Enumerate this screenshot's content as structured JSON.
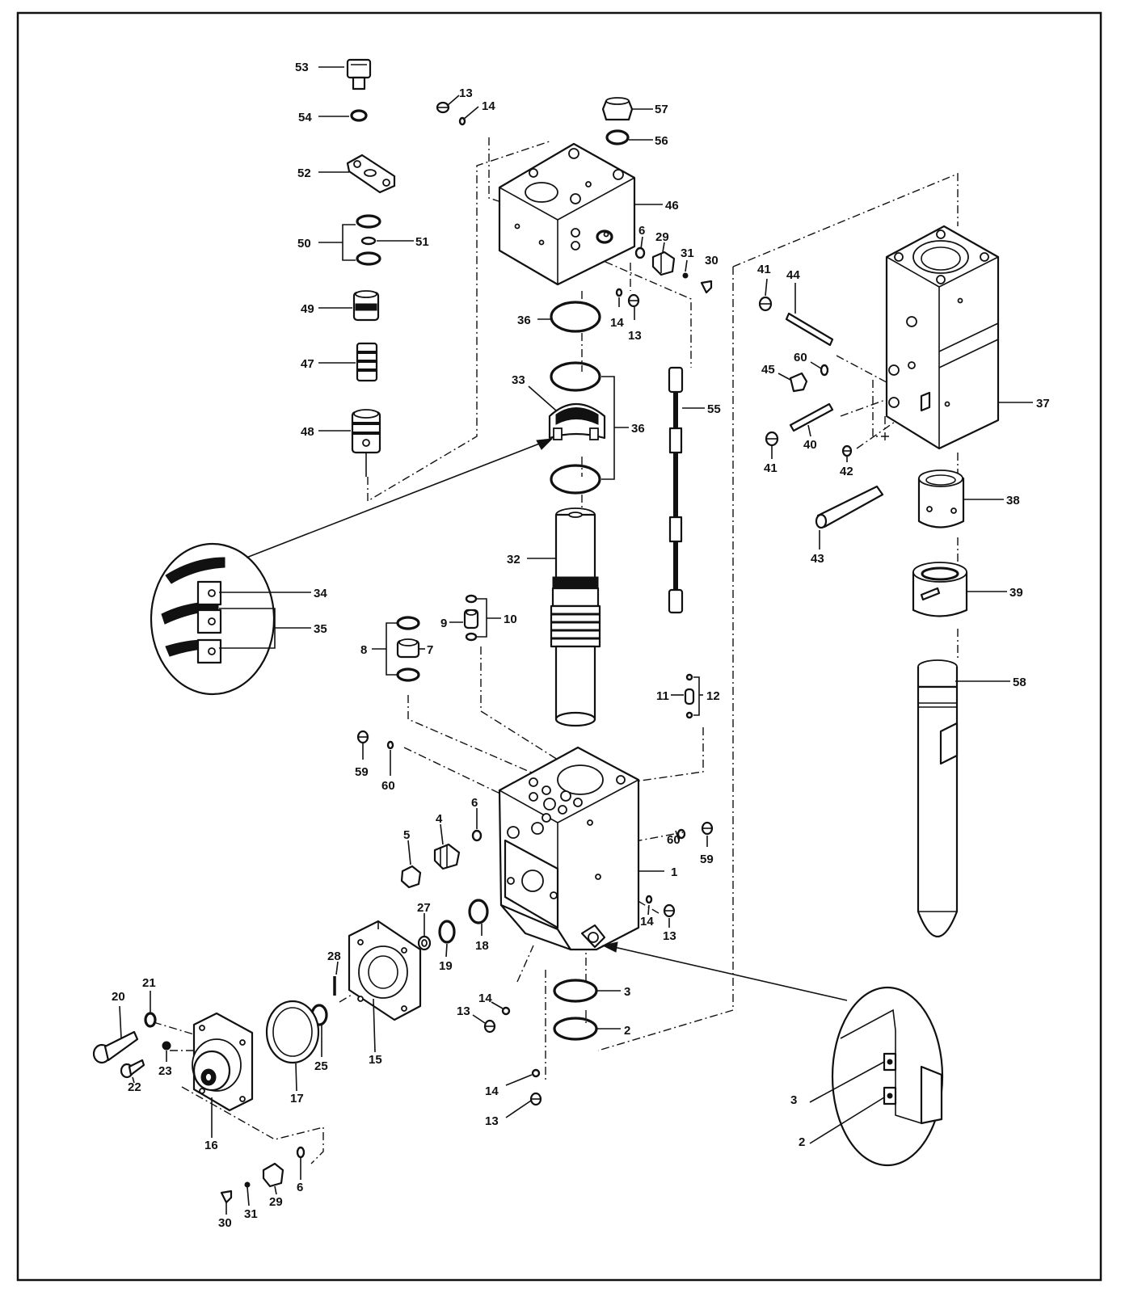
{
  "diagram": {
    "labels": {
      "l53": "53",
      "l54": "54",
      "l52": "52",
      "l50": "50",
      "l51": "51",
      "l49": "49",
      "l47": "47",
      "l48": "48",
      "l13a": "13",
      "l14a": "14",
      "l57": "57",
      "l56": "56",
      "l46": "46",
      "l6a": "6",
      "l29a": "29",
      "l31a": "31",
      "l30a": "30",
      "l14b": "14",
      "l13b": "13",
      "l36a": "36",
      "l33": "33",
      "l36b": "36",
      "l55": "55",
      "l32": "32",
      "l41a": "41",
      "l44": "44",
      "l60a": "60",
      "l45": "45",
      "l37": "37",
      "l40": "40",
      "l41b": "41",
      "l42": "42",
      "l38": "38",
      "l43": "43",
      "l39": "39",
      "l58": "58",
      "l34": "34",
      "l35": "35",
      "l9": "9",
      "l10": "10",
      "l8": "8",
      "l7": "7",
      "l11": "11",
      "l12": "12",
      "l59a": "59",
      "l60b": "60",
      "l6b": "6",
      "l4": "4",
      "l5": "5",
      "l60c": "60",
      "l59b": "59",
      "l1": "1",
      "l14c": "14",
      "l13c": "13",
      "l27": "27",
      "l18": "18",
      "l19": "19",
      "l28": "28",
      "l3a": "3",
      "l2a": "2",
      "l14d": "14",
      "l13d": "13",
      "l14e": "14",
      "l13e": "13",
      "l20": "20",
      "l21": "21",
      "l22": "22",
      "l23": "23",
      "l17": "17",
      "l25": "25",
      "l15": "15",
      "l16": "16",
      "l6c": "6",
      "l29b": "29",
      "l30b": "30",
      "l31b": "31",
      "l3b": "3",
      "l2b": "2"
    }
  }
}
